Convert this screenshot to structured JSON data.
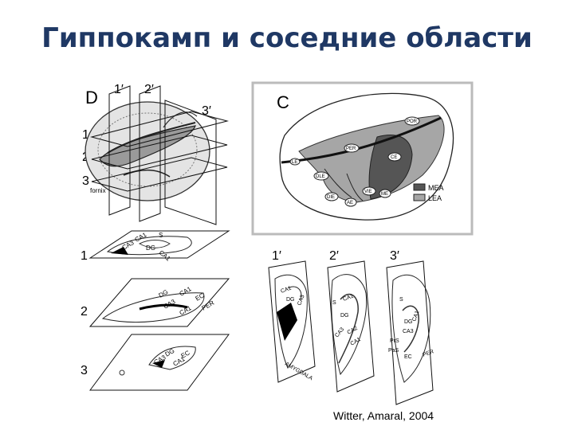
{
  "slide": {
    "title": "Гиппокамп и соседние области",
    "caption": "Witter, Amaral, 2004"
  },
  "panel_d": {
    "label": "D",
    "cut_labels_top": [
      "1′",
      "2′",
      "3′"
    ],
    "cut_labels_side": [
      "1",
      "2",
      "3"
    ],
    "fornix": "fornix"
  },
  "panel_c": {
    "label": "C",
    "regions": [
      "POR",
      "PER",
      "CE",
      "LE",
      "DLE",
      "DIE",
      "VIE",
      "ME",
      "AE"
    ],
    "legend": [
      {
        "name": "MEA",
        "color": "#555555"
      },
      {
        "name": "LEA",
        "color": "#a6a6a6"
      }
    ]
  },
  "horizontal_sections": {
    "labels": [
      "1",
      "2",
      "3"
    ],
    "s1": [
      "CA1",
      "S",
      "DG",
      "CA3",
      "CA1"
    ],
    "s2": [
      "DG",
      "CA1",
      "EC",
      "CA3",
      "PER",
      "CA1"
    ],
    "s3": [
      "CA3",
      "DG",
      "EC",
      "CA1"
    ]
  },
  "coronal_sections": {
    "labels": [
      "1′",
      "2′",
      "3′"
    ],
    "c1": [
      "CA1",
      "DG",
      "CA3",
      "AMYGDALA"
    ],
    "c2": [
      "S",
      "CA1",
      "DG",
      "CA3",
      "CA2",
      "CA1"
    ],
    "c3": [
      "S",
      "CA1",
      "DG",
      "CA3",
      "PrS",
      "PaS",
      "EC",
      "PER"
    ]
  }
}
